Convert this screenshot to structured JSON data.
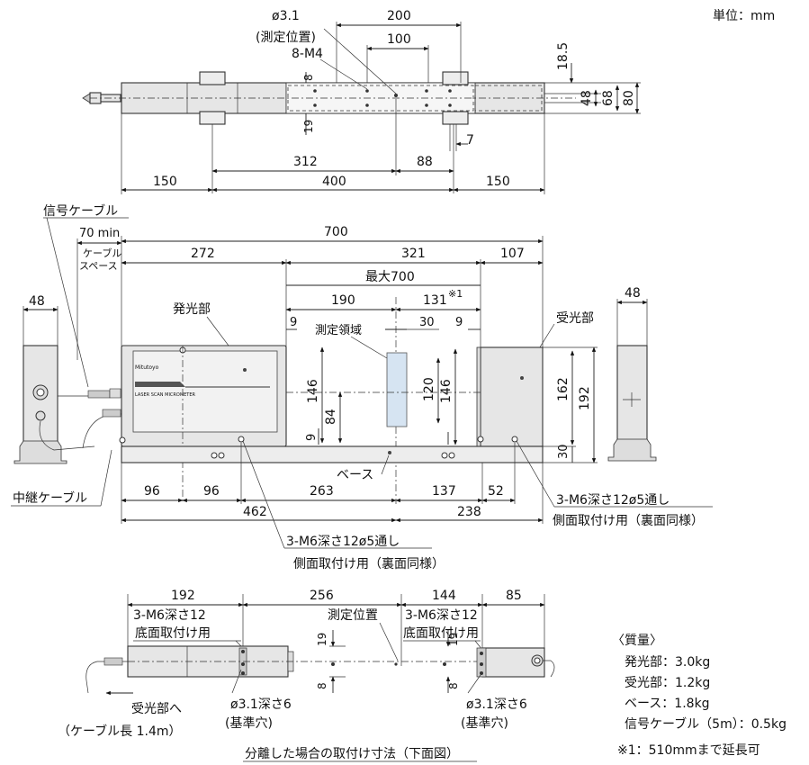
{
  "unit_label": "単位：mm",
  "top_view": {
    "labels": {
      "phi31": "ø3.1",
      "measpos": "(測定位置)",
      "m4": "8-M4",
      "d200": "200",
      "d100": "100",
      "d185": "18.5",
      "d48": "48",
      "d68": "68",
      "d80": "80",
      "d8": "8",
      "d19": "19",
      "d7": "7",
      "d312": "312",
      "d88": "88",
      "d150a": "150",
      "d400": "400",
      "d150b": "150"
    }
  },
  "front_view": {
    "labels": {
      "signal_cable": "信号ケーブル",
      "d70min": "70 min",
      "cable_space_1": "ケーブル",
      "cable_space_2": "スペース",
      "d700": "700",
      "d272": "272",
      "d321": "321",
      "d107": "107",
      "max700": "最大700",
      "d190": "190",
      "d131": "131",
      "note_mark": "※1",
      "emitter": "発光部",
      "receiver": "受光部",
      "meas_area": "測定領域",
      "d9a": "9",
      "d30a": "30",
      "d9b": "9",
      "d146a": "146",
      "d120": "120",
      "d146b": "146",
      "d84": "84",
      "d9c": "9",
      "d162": "162",
      "d192": "192",
      "d30b": "30",
      "d48l": "48",
      "d48r": "48",
      "base": "ベース",
      "relay_cable": "中継ケーブル",
      "d96a": "96",
      "d96b": "96",
      "d263": "263",
      "d137": "137",
      "d52": "52",
      "d462": "462",
      "d238": "238",
      "m6_right_1": "3-M6深さ12ø5通し",
      "m6_right_2": "側面取付け用（裏面同様）",
      "m6_left_1": "3-M6深さ12ø5通し",
      "m6_left_2": "側面取付け用（裏面同様）",
      "brand": "Mitutoyo",
      "model": "LASER SCAN MICROMETER"
    }
  },
  "bottom_view": {
    "labels": {
      "d192": "192",
      "d256": "256",
      "d144": "144",
      "d85": "85",
      "m6a_1": "3-M6深さ12",
      "m6a_2": "底面取付け用",
      "measpos": "測定位置",
      "m6b_1": "3-M6深さ12",
      "m6b_2": "底面取付け用",
      "d19a": "19",
      "d8a": "8",
      "d19b": "19",
      "d8b": "8",
      "to_receiver": "受光部へ",
      "cable_len": "（ケーブル長 1.4m）",
      "phi_a": "ø3.1深さ6",
      "ref_a": "(基準穴)",
      "phi_b": "ø3.1深さ6",
      "ref_b": "(基準穴)",
      "caption": "分離した場合の取付け寸法（下面図）"
    }
  },
  "mass": {
    "title": "〈質量〉",
    "emitter": "発光部：3.0kg",
    "receiver": "受光部：1.2kg",
    "base": "ベース：1.8kg",
    "cable": "信号ケーブル（5m）：0.5kg"
  },
  "footnote": "※1：510mmまで延長可"
}
